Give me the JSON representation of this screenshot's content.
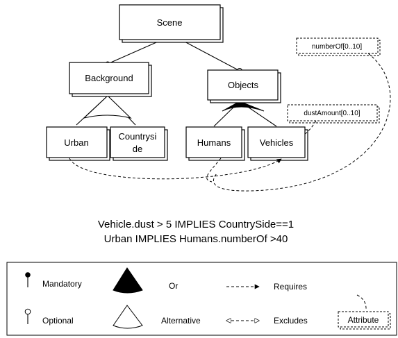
{
  "nodes": {
    "scene": "Scene",
    "background": "Background",
    "objects": "Objects",
    "urban": "Urban",
    "countryside_line1": "Countrysi",
    "countryside_line2": "de",
    "humans": "Humans",
    "vehicles": "Vehicles"
  },
  "attributes": {
    "number_of": "numberOf[0..10]",
    "dust_amount": "dustAmount[0..10]"
  },
  "constraints": {
    "line1": "Vehicle.dust > 5 IMPLIES CountrySide==1",
    "line2": "Urban IMPLIES Humans.numberOf >40"
  },
  "legend": {
    "mandatory": "Mandatory",
    "optional": "Optional",
    "or": "Or",
    "alternative": "Alternative",
    "requires": "Requires",
    "excludes": "Excludes",
    "attribute": "Attribute"
  }
}
